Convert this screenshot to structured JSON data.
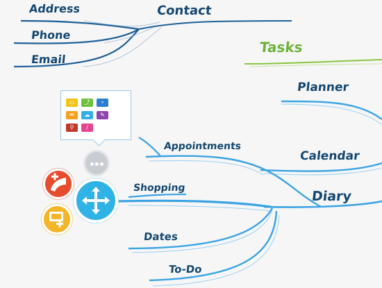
{
  "mindmap": {
    "contact": {
      "title": "Contact",
      "items": [
        "Address",
        "Phone",
        "Email"
      ]
    },
    "tasks": {
      "title": "Tasks"
    },
    "diary": {
      "title": "Diary",
      "items": [
        "Planner",
        "Calendar",
        "Appointments",
        "Shopping",
        "Dates",
        "To-Do"
      ]
    }
  },
  "toolbar": {
    "popup_icons": [
      "presentation-icon",
      "chart-icon",
      "nodes-icon",
      "email-icon",
      "cloud-icon",
      "edit-icon",
      "pin-icon",
      "brush-icon"
    ],
    "more_button": "more-icon",
    "move_button": "move-arrows-icon",
    "add_button": "add-node-icon",
    "note_button": "add-note-icon"
  },
  "colors": {
    "branch_dark": "#1f5f95",
    "branch_light": "#3aa3e3",
    "tasks_green": "#8ac43f",
    "accent_blue": "#2fb3e6",
    "accent_red": "#e84c2e",
    "accent_yellow": "#f4b528"
  }
}
